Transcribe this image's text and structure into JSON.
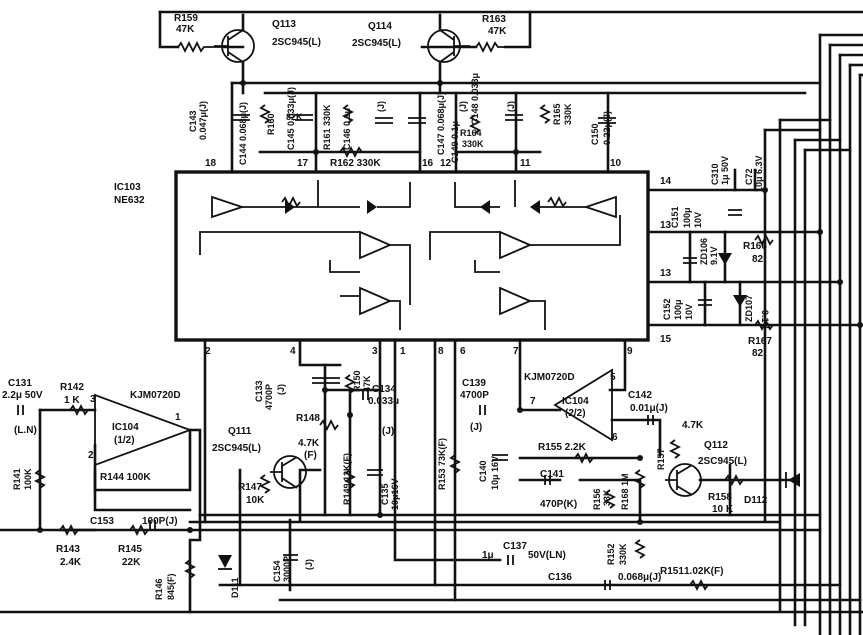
{
  "labels": {
    "r159": "R159",
    "r159v": "47K",
    "q113": "Q113",
    "q113v": "2SC945(L)",
    "q114": "Q114",
    "q114v": "2SC945(L)",
    "r163": "R163",
    "r163v": "47K",
    "c143": "C143",
    "c143v": "0.047μ(J)",
    "c144": "C144 0.068μ(J)",
    "r160": "R160",
    "r160v": "82K",
    "c145": "C145 0.033μ(J)",
    "r161": "R161 330K",
    "c146": "C146 0.1μ",
    "c146j": "(J)",
    "c147": "C147 0.068μ(J)",
    "c148a": "(J)",
    "c148b": "C148 0.033μ",
    "c148c": "(J)",
    "r165": "R165",
    "r165v": "330K",
    "c150": "C150",
    "c150v": "0.22μ(J)",
    "r164": "R164",
    "r164v": "330K",
    "r162": "R162 330K",
    "c149": "C149 0.1μ",
    "p18": "18",
    "p17": "17",
    "p16": "16",
    "p12": "12",
    "p11": "11",
    "p10": "10",
    "p14": "14",
    "p13a": "13",
    "p13b": "13",
    "p15": "15",
    "p2": "2",
    "p4": "4",
    "p3": "3",
    "p1": "1",
    "p8": "8",
    "p6": "6",
    "p7": "7",
    "p9": "9",
    "p5": "5",
    "ic103": "IC103",
    "ic103v": "NE632",
    "c310": "C310",
    "c310v": "1μ 50V",
    "c72": "C72",
    "c72v": "10μ 6.3V",
    "c151": "C151",
    "c151v": "100μ",
    "c151w": "10V",
    "zd106": "ZD106",
    "zd106v": "9.1V",
    "r166": "R166",
    "r166v": "82",
    "c152": "C152",
    "c152v": "100μ",
    "c152w": "10V",
    "zd107": "ZD107",
    "zd107v": "9.1V",
    "r167": "R167",
    "r167v": "82",
    "c131": "C131",
    "c131v": "2.2μ 50V",
    "c131n": "(L.N)",
    "r142": "R142",
    "r142v": "1 K",
    "kjm1": "KJM0720D",
    "ic104a": "IC104",
    "ic104av": "(1/2)",
    "r141": "R141",
    "r141v": "100K",
    "r144": "R144 100K",
    "c153": "C153",
    "c153v": "100P(J)",
    "r143": "R143",
    "r143v": "2.4K",
    "r145": "R145",
    "r145v": "22K",
    "r146": "R146",
    "r146v": "845(F)",
    "c133": "C133",
    "c133v": "4700P",
    "c133j": "(J)",
    "r150": "R150",
    "r150v": "47K",
    "c134": "C134",
    "c134v": "0.033μ",
    "c134j": "(J)",
    "q111": "Q111",
    "q111v": "2SC945(L)",
    "r148": "R148",
    "r148v": "4.7K",
    "r148f": "(F)",
    "r147": "R147",
    "r147v": "10K",
    "r149": "R149 12K(F)",
    "c135": "C135",
    "c135v": "10μ16V",
    "c154": "C154",
    "c154v": "3000P",
    "c154j": "(J)",
    "d111": "D111",
    "c139": "C139",
    "c139v": "4700P",
    "c139j": "(J)",
    "kjm2": "KJM0720D",
    "ic104b": "IC104",
    "ic104bv": "(2/2)",
    "c142": "C142",
    "c142v": "0.01μ(J)",
    "r153": "R153 73K(F)",
    "c140": "C140",
    "c140v": "10μ 16V",
    "r155": "R155 2.2K",
    "c141": "C141",
    "c141v": "470P(K)",
    "r156": "R156",
    "r156v": "33K",
    "r168": "R168 1M",
    "r157": "R157",
    "r157v": "4.7K",
    "q112": "Q112",
    "q112v": "2SC945(L)",
    "r158": "R158",
    "r158v": "10 K",
    "d112": "D112",
    "r152": "R152",
    "r152v": "330K",
    "c137": "C137",
    "c137a": "1μ",
    "c137v": "50V(LN)",
    "c136": "C136",
    "c136v": "0.068μ(J)",
    "r151": "R151",
    "r151v": "1.02K(F)"
  }
}
